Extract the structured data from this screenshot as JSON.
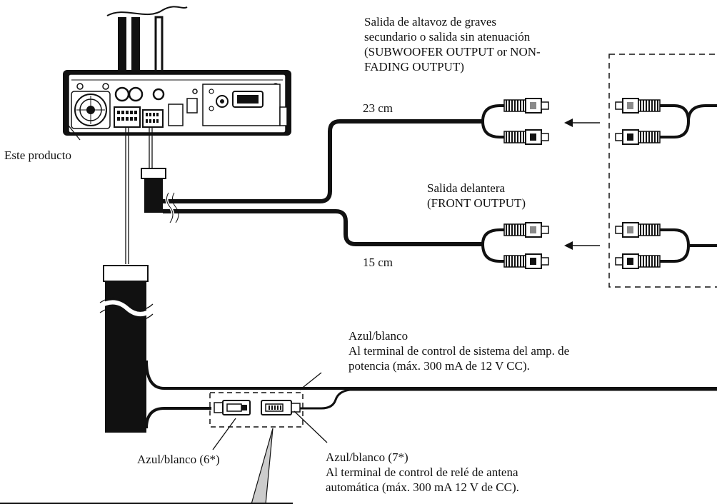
{
  "labels": {
    "product": "Este producto",
    "sub_output": [
      "Salida de altavoz de graves",
      "secundario o salida sin atenuación",
      "(SUBWOOFER OUTPUT or NON-",
      "FADING OUTPUT)"
    ],
    "length_23": "23 cm",
    "front_output": [
      "Salida delantera",
      "(FRONT OUTPUT)"
    ],
    "length_15": "15 cm",
    "amp_lead": [
      "Azul/blanco",
      "Al terminal de control de sistema del amp. de",
      "potencia (máx. 300 mA de 12 V CC)."
    ],
    "lead_6": "Azul/blanco (6*)",
    "lead_7": [
      "Azul/blanco (7*)",
      "Al terminal de control de relé de antena",
      "automática (máx. 300 mA 12 V de CC)."
    ]
  },
  "colors": {
    "ink": "#111111",
    "unit_body": "#4a4a4a",
    "panel": "#ffffff",
    "rca_grey": "#8a8a8a"
  }
}
